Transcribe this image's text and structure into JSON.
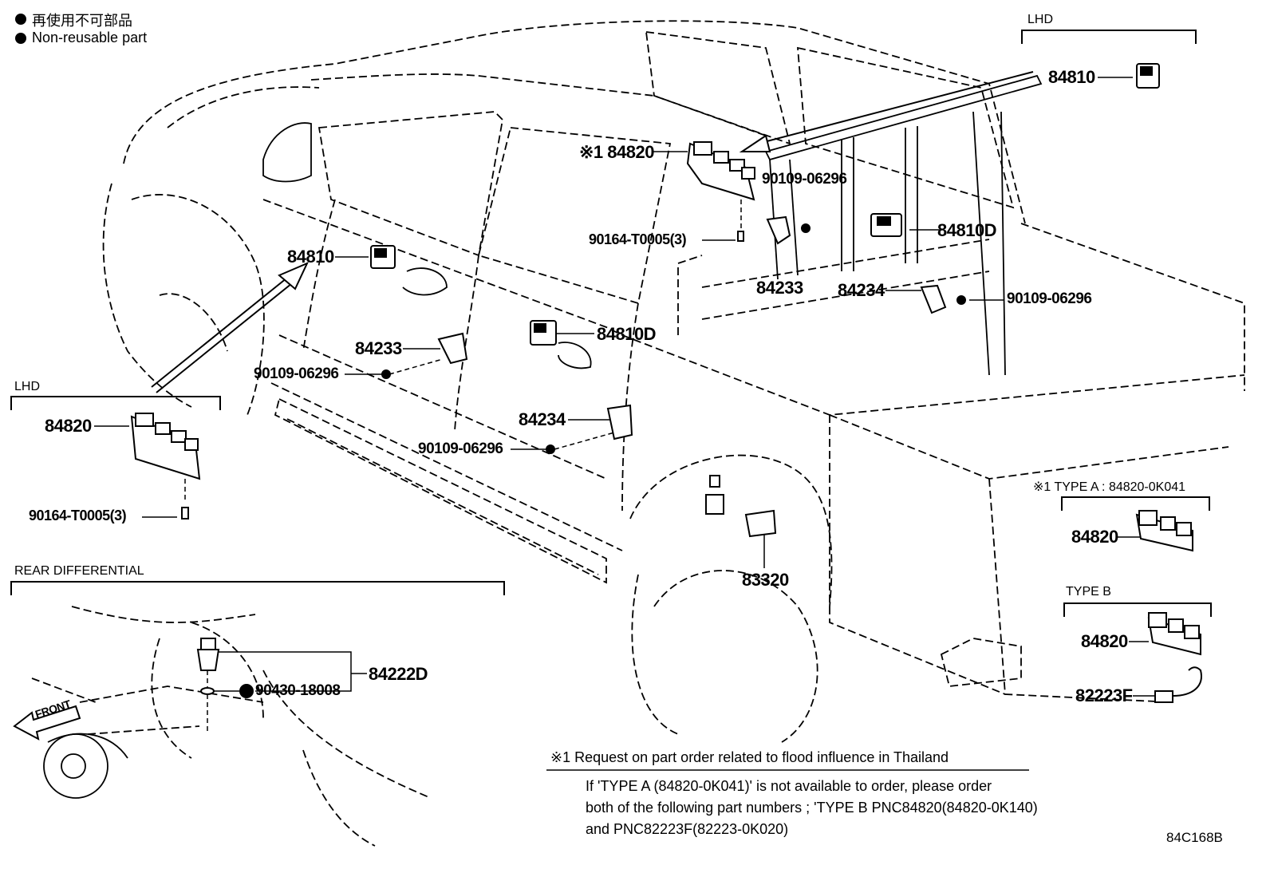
{
  "legend": {
    "jp": "再使用不可部品",
    "en": "Non-reusable part"
  },
  "headers": {
    "lhd_top_right": "LHD",
    "lhd_left": "LHD",
    "rear_diff": "REAR DIFFERENTIAL",
    "type_a": "※1 TYPE A : 84820-0K041",
    "type_b": "TYPE B"
  },
  "labels": {
    "p84810_top": "84810",
    "p84820_marked": "※1 84820",
    "p90109_a": "90109-06296",
    "p84810d_a": "84810D",
    "p90164_a": "90164-T0005(3)",
    "p84810_left": "84810",
    "p84233_a": "84233",
    "p84234_a": "84234",
    "p90109_b": "90109-06296",
    "p84233_b": "84233",
    "p84810d_b": "84810D",
    "p90109_c": "90109-06296",
    "p84234_b": "84234",
    "p90109_d": "90109-06296",
    "p84820_lhd": "84820",
    "p90164_b": "90164-T0005(3)",
    "p83320": "83320",
    "p84820_typea": "84820",
    "p84820_typeb": "84820",
    "p82223f": "82223F",
    "p84222d": "84222D",
    "p90430": "90430-18008",
    "front": "FRONT"
  },
  "note": {
    "title": "※1  Request on part order related to flood influence in Thailand",
    "line1": "If  'TYPE A (84820-0K041)'  is not available to order, please order",
    "line2": "both of the following part numbers ; 'TYPE B PNC84820(84820-0K140)",
    "line3": "and PNC82223F(82223-0K020)"
  },
  "figure_code": "84C168B"
}
